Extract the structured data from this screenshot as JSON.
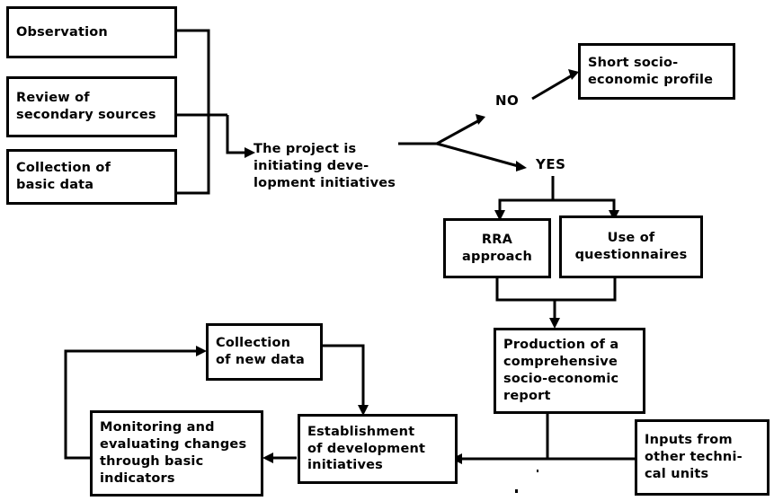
{
  "diagram": {
    "title": "Socio-economic assessment process flowchart",
    "stroke_color": "#000000",
    "background_color": "#ffffff",
    "nodes": [
      {
        "id": "observation",
        "label": "Observation"
      },
      {
        "id": "review-secondary-sources",
        "label": "Review of\nsecondary sources"
      },
      {
        "id": "collection-basic-data",
        "label": "Collection of\nbasic data"
      },
      {
        "id": "project-initiating",
        "label": "The project is\ninitiating deve-\nlopment initiatives"
      },
      {
        "id": "short-profile",
        "label": "Short socio-\neconomic profile"
      },
      {
        "id": "rra-approach",
        "label": "RRA\napproach"
      },
      {
        "id": "use-questionnaires",
        "label": "Use of\nquestionnaires"
      },
      {
        "id": "production-report",
        "label": "Production of a\ncomprehensive\nsocio-economic\nreport"
      },
      {
        "id": "inputs-technical-units",
        "label": "Inputs from\nother techni-\ncal units"
      },
      {
        "id": "collection-new-data",
        "label": "Collection\nof new data"
      },
      {
        "id": "establishment-development",
        "label": "Establishment\nof development\ninitiatives"
      },
      {
        "id": "monitoring-evaluating",
        "label": "Monitoring and\nevaluating changes\nthrough basic\nindicators"
      }
    ],
    "branch_labels": {
      "no": "NO",
      "yes": "YES"
    }
  }
}
